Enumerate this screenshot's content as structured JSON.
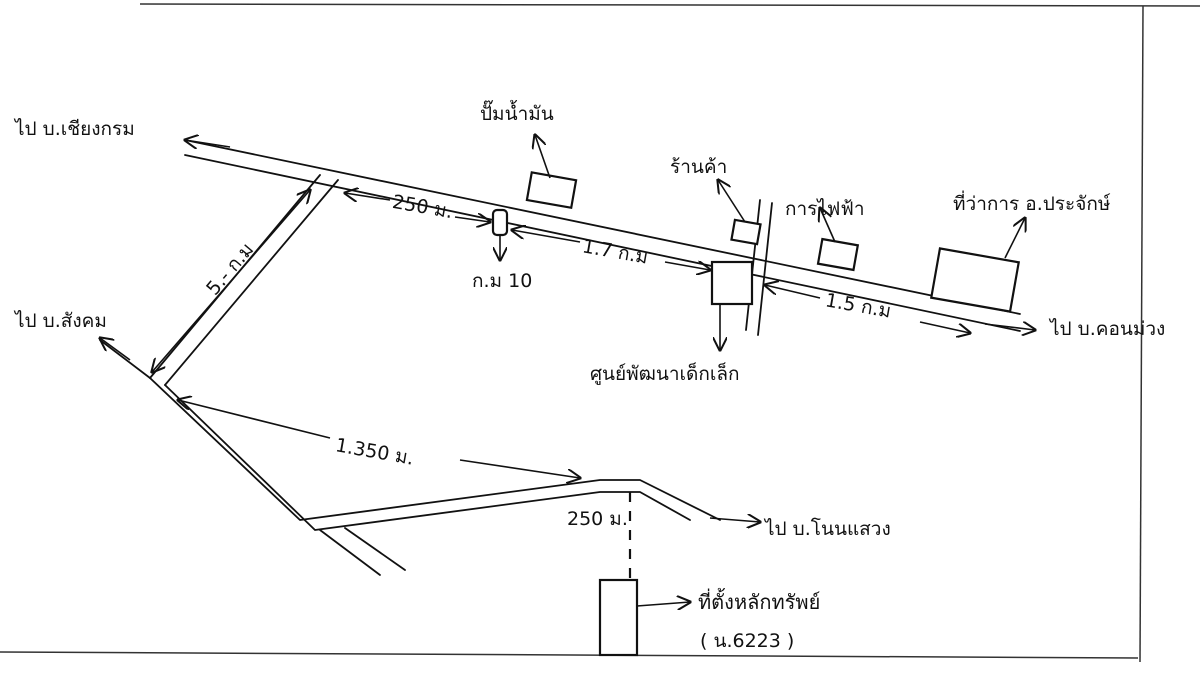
{
  "map": {
    "destinations": {
      "chiang_krom": "ไป บ.เชียงกรม",
      "sang_khom": "ไป บ.สังคม",
      "khon_muang": "ไป บ.คอนม่วง",
      "non_saeng": "ไป บ.โนนแสวง"
    },
    "landmarks": {
      "gas_station": "ปั๊มน้ำมัน",
      "shop": "ร้านค้า",
      "electricity_office": "การไฟฟ้า",
      "district_office": "ที่ว่าการ อ.ประจักษ์",
      "childcare_center": "ศูนย์พัฒนาเด็กเล็ก",
      "km_marker": "ก.ม 10",
      "property_location": "ที่ตั้งหลักทรัพย์",
      "deed_number": "( น.6223 )"
    },
    "distances": {
      "d_250_top": "250 ม.",
      "d_1_7_km": "1.7 ก.ม",
      "d_1_5_km": "1.5 ก.ม",
      "d_diagonal_km": "5.- ก.ม",
      "d_1350": "1.350 ม.",
      "d_250_bottom": "250 ม."
    }
  }
}
